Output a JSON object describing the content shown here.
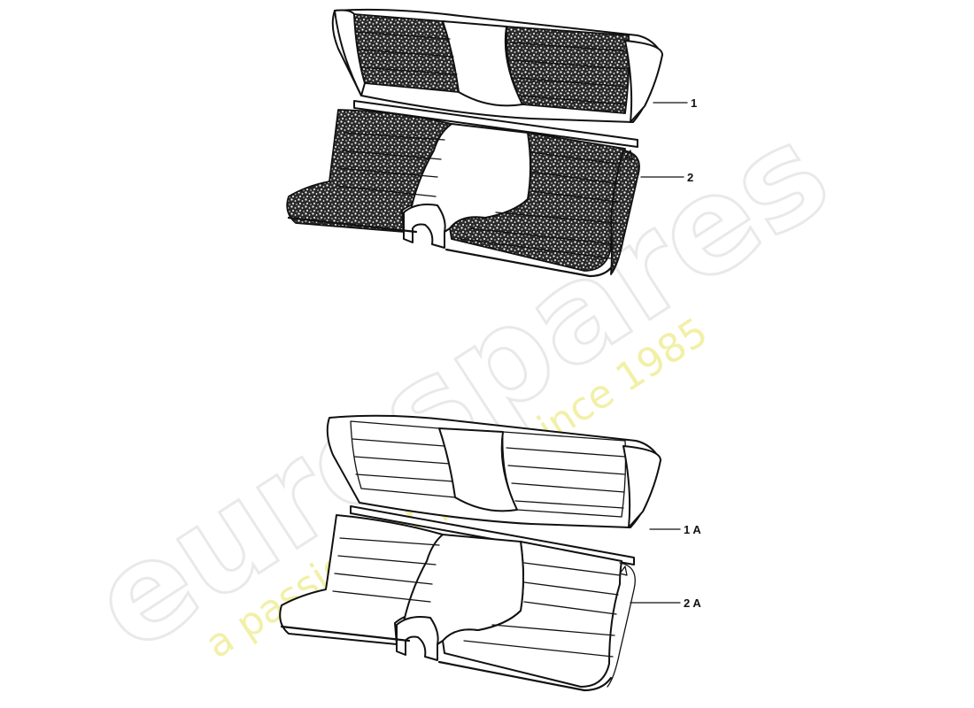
{
  "callouts": {
    "backrest_cover": "1",
    "seat_cover": "2",
    "backrest_cover_alt": "1 A",
    "seat_cover_alt": "2 A"
  },
  "watermark": {
    "brand": "eurospares",
    "tagline": "a passion for parts since 1985"
  },
  "colors": {
    "ink": "#111111",
    "watermark_brand": "#e9e9e9",
    "watermark_tagline": "#f2f0a8"
  }
}
